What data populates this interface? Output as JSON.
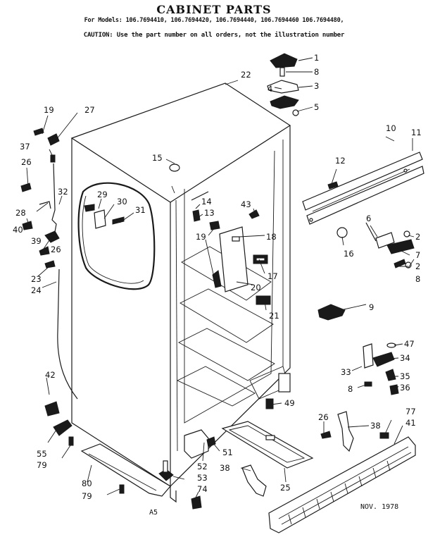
{
  "header": {
    "title": "CABINET PARTS",
    "models": "For Models: 106.7694410, 106.7694420, 106.7694440, 106.7694460 106.7694480,",
    "caution": "CAUTION: Use the part number on all orders, not the illustration number"
  },
  "footer": {
    "page_code": "A5",
    "date": "NOV. 1978"
  },
  "callouts": [
    "1",
    "8",
    "3",
    "4",
    "5",
    "22",
    "19",
    "27",
    "37",
    "26",
    "32",
    "28",
    "29",
    "30",
    "31",
    "40",
    "39",
    "26",
    "23",
    "24",
    "15",
    "14",
    "13",
    "43",
    "19",
    "18",
    "17",
    "20",
    "21",
    "10",
    "11",
    "12",
    "6",
    "2",
    "16",
    "7",
    "2",
    "8",
    "9",
    "47",
    "34",
    "33",
    "35",
    "8",
    "36",
    "42",
    "49",
    "26",
    "38",
    "77",
    "41",
    "55",
    "79",
    "80",
    "79",
    "52",
    "53",
    "51",
    "38",
    "74",
    "25"
  ],
  "colors": {
    "line": "#1a1a1a",
    "background": "#ffffff"
  }
}
